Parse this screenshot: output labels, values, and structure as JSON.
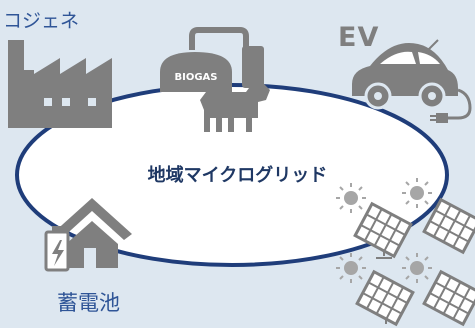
{
  "labels": {
    "cogeneration": "コジェネ",
    "ev": "EV",
    "biogas": "BIOGAS",
    "microgrid": "地域マイクログリッド",
    "storage": "蓄電池"
  },
  "colors": {
    "background": "#dde7f0",
    "ellipse_stroke": "#1f3d7a",
    "ellipse_fill": "#ffffff",
    "icon_gray": "#7f7f7f",
    "label_blue": "#2f5597",
    "title_navy": "#1f3864"
  },
  "icons": {
    "factory": "factory-icon",
    "biogas": "biogas-plant-icon",
    "cow": "cow-icon",
    "ev": "electric-car-icon",
    "house": "house-icon",
    "battery": "battery-icon",
    "solar": "solar-panel-icon",
    "sun": "sun-icon"
  }
}
